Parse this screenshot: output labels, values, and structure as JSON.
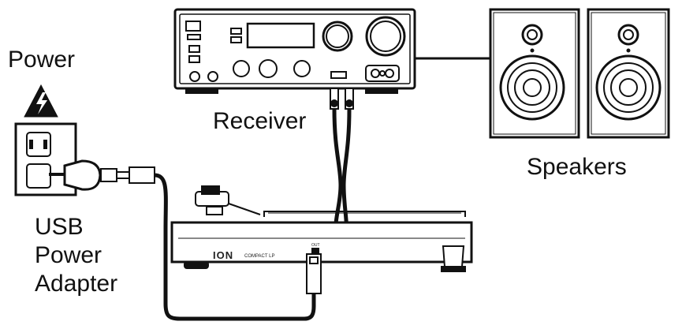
{
  "labels": {
    "power": "Power",
    "receiver": "Receiver",
    "speakers": "Speakers",
    "usb_line1": "USB",
    "usb_line2": "Power",
    "usb_line3": "Adapter"
  },
  "turntable": {
    "brand": "ION",
    "model": "COMPACT LP",
    "jack_label": "OUT"
  },
  "icons": {
    "hazard": "high-voltage-warning-icon",
    "outlet": "wall-outlet-icon",
    "adapter": "usb-power-adapter-icon",
    "receiver": "receiver-icon",
    "speakers": "speaker-icon",
    "turntable": "turntable-icon"
  },
  "colors": {
    "line": "#111111",
    "cable": "#111111",
    "face": "#ffffff"
  }
}
